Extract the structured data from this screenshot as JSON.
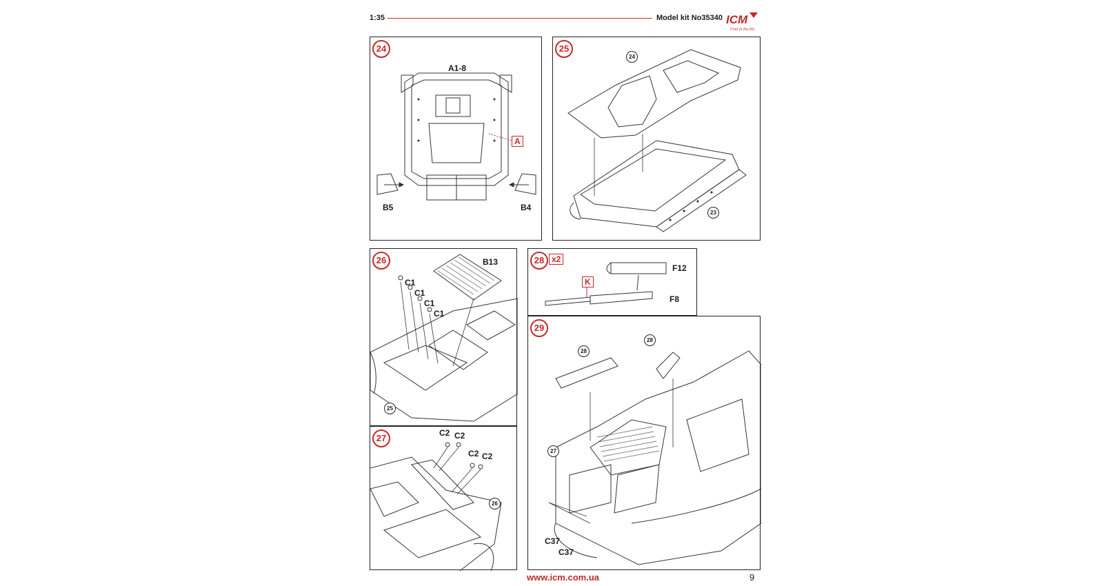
{
  "header": {
    "scale": "1:35",
    "kit_label": "Model kit No35340",
    "logo_text": "ICM",
    "logo_tagline": "Find in the Kit",
    "accent_color": "#c62828"
  },
  "steps": [
    {
      "number": "24",
      "parts": [
        "A1-8",
        "B5",
        "B4"
      ],
      "callout": "A"
    },
    {
      "number": "25",
      "refs": [
        "24",
        "23"
      ]
    },
    {
      "number": "26",
      "parts": [
        "B13",
        "C1",
        "C1",
        "C1",
        "C1"
      ],
      "refs": [
        "25"
      ]
    },
    {
      "number": "27",
      "parts": [
        "C2",
        "C2",
        "C2",
        "C2"
      ],
      "refs": [
        "26"
      ]
    },
    {
      "number": "28",
      "multiplier": "x2",
      "parts": [
        "F12",
        "F8"
      ],
      "callout": "K"
    },
    {
      "number": "29",
      "parts": [
        "C37",
        "C37"
      ],
      "refs": [
        "28",
        "28",
        "27"
      ]
    }
  ],
  "footer": {
    "url": "www.icm.com.ua",
    "page": "9"
  }
}
